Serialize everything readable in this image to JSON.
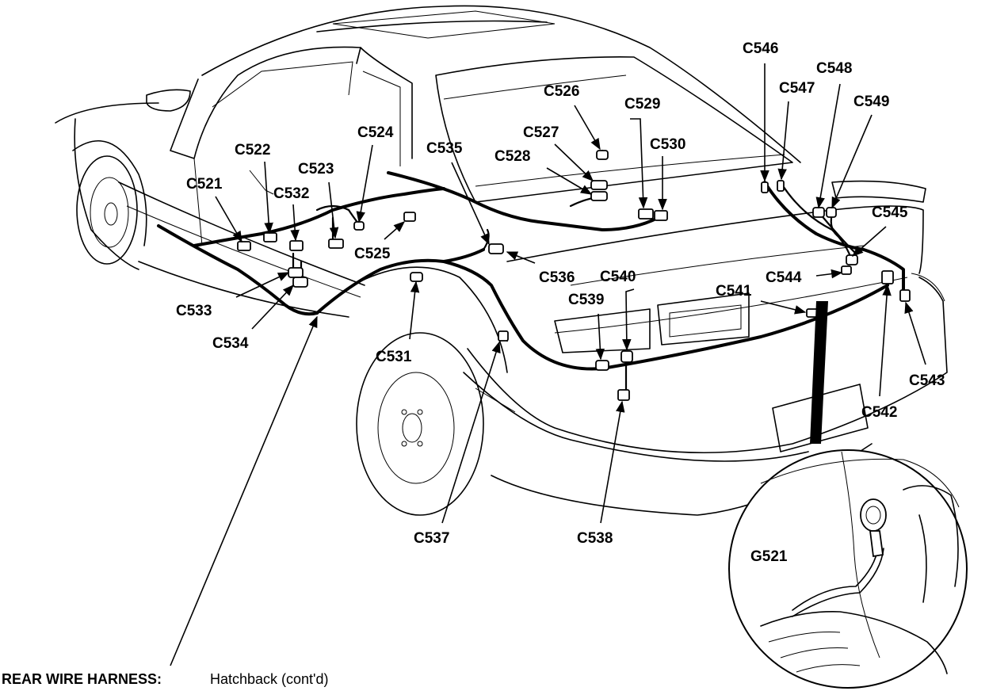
{
  "caption": {
    "title": "REAR WIRE HARNESS:",
    "subtitle": "Hatchback (cont'd)"
  },
  "labels": {
    "c521": "C521",
    "c522": "C522",
    "c523": "C523",
    "c524": "C524",
    "c525": "C525",
    "c526": "C526",
    "c527": "C527",
    "c528": "C528",
    "c529": "C529",
    "c530": "C530",
    "c531": "C531",
    "c532": "C532",
    "c533": "C533",
    "c534": "C534",
    "c535": "C535",
    "c536": "C536",
    "c537": "C537",
    "c538": "C538",
    "c539": "C539",
    "c540": "C540",
    "c541": "C541",
    "c542": "C542",
    "c543": "C543",
    "c544": "C544",
    "c545": "C545",
    "c546": "C546",
    "c547": "C547",
    "c548": "C548",
    "c549": "C549",
    "g521": "G521"
  }
}
